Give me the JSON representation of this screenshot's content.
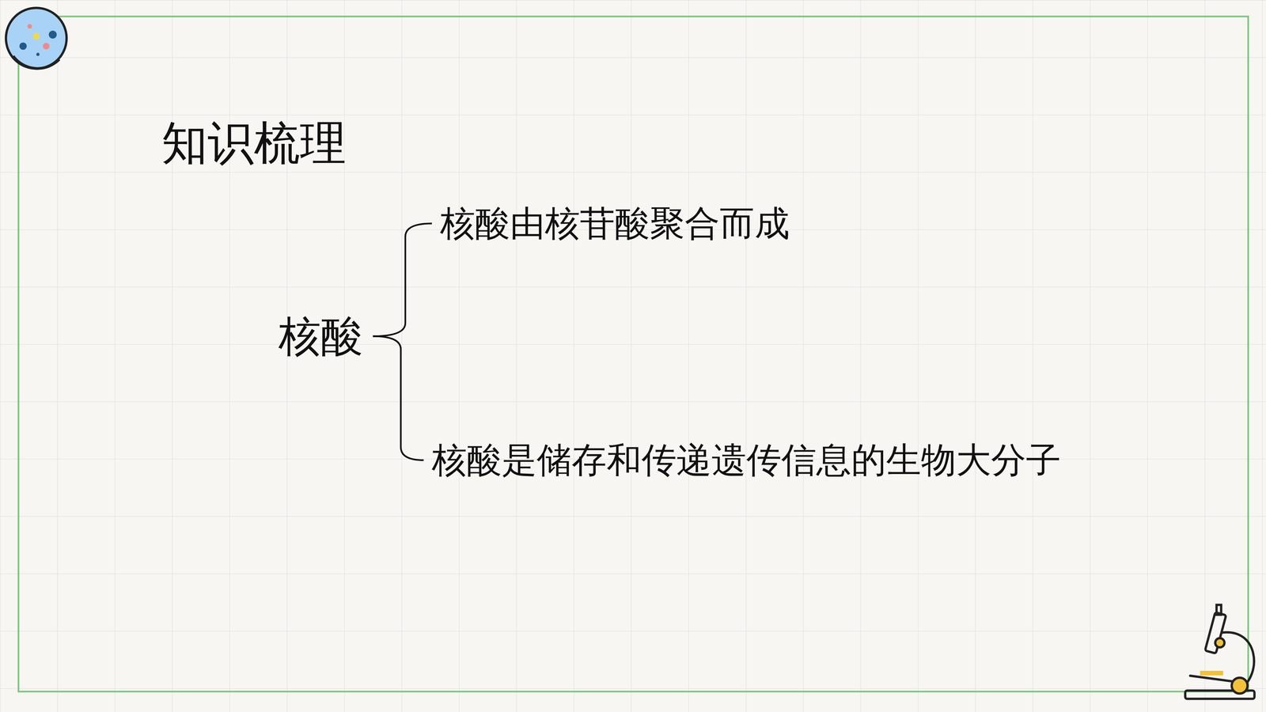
{
  "diagram": {
    "title": "知识梳理",
    "nodes": [
      {
        "text": [
          "核酸"
        ]
      },
      {
        "text": [
          "核酸由核苷酸聚合而成"
        ]
      },
      {
        "text": [
          "核酸是储存和传递遗传信息的生物大分子"
        ]
      }
    ],
    "edges": [
      {
        "from": 0,
        "to": 1,
        "arrow": "none"
      },
      {
        "from": 0,
        "to": 2,
        "arrow": "none"
      }
    ]
  }
}
